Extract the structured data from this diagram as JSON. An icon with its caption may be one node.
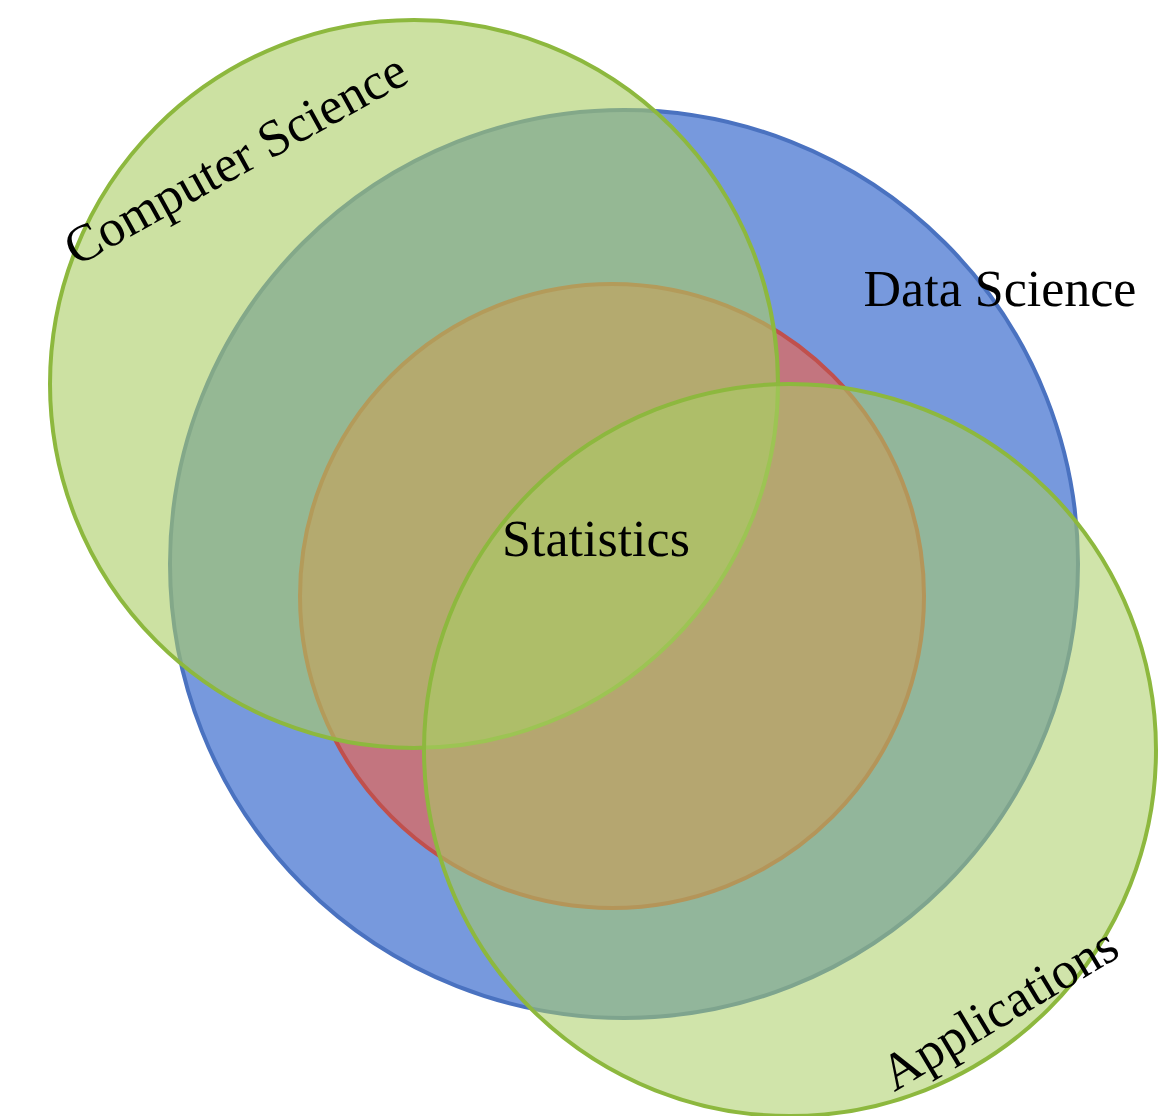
{
  "diagram": {
    "nodes": [
      {
        "text": [
          "Computer Science"
        ]
      },
      {
        "text": [
          "Data Science"
        ]
      },
      {
        "text": [
          "Statistics"
        ],
        "in": 1
      },
      {
        "text": [
          "Applications"
        ]
      }
    ]
  }
}
